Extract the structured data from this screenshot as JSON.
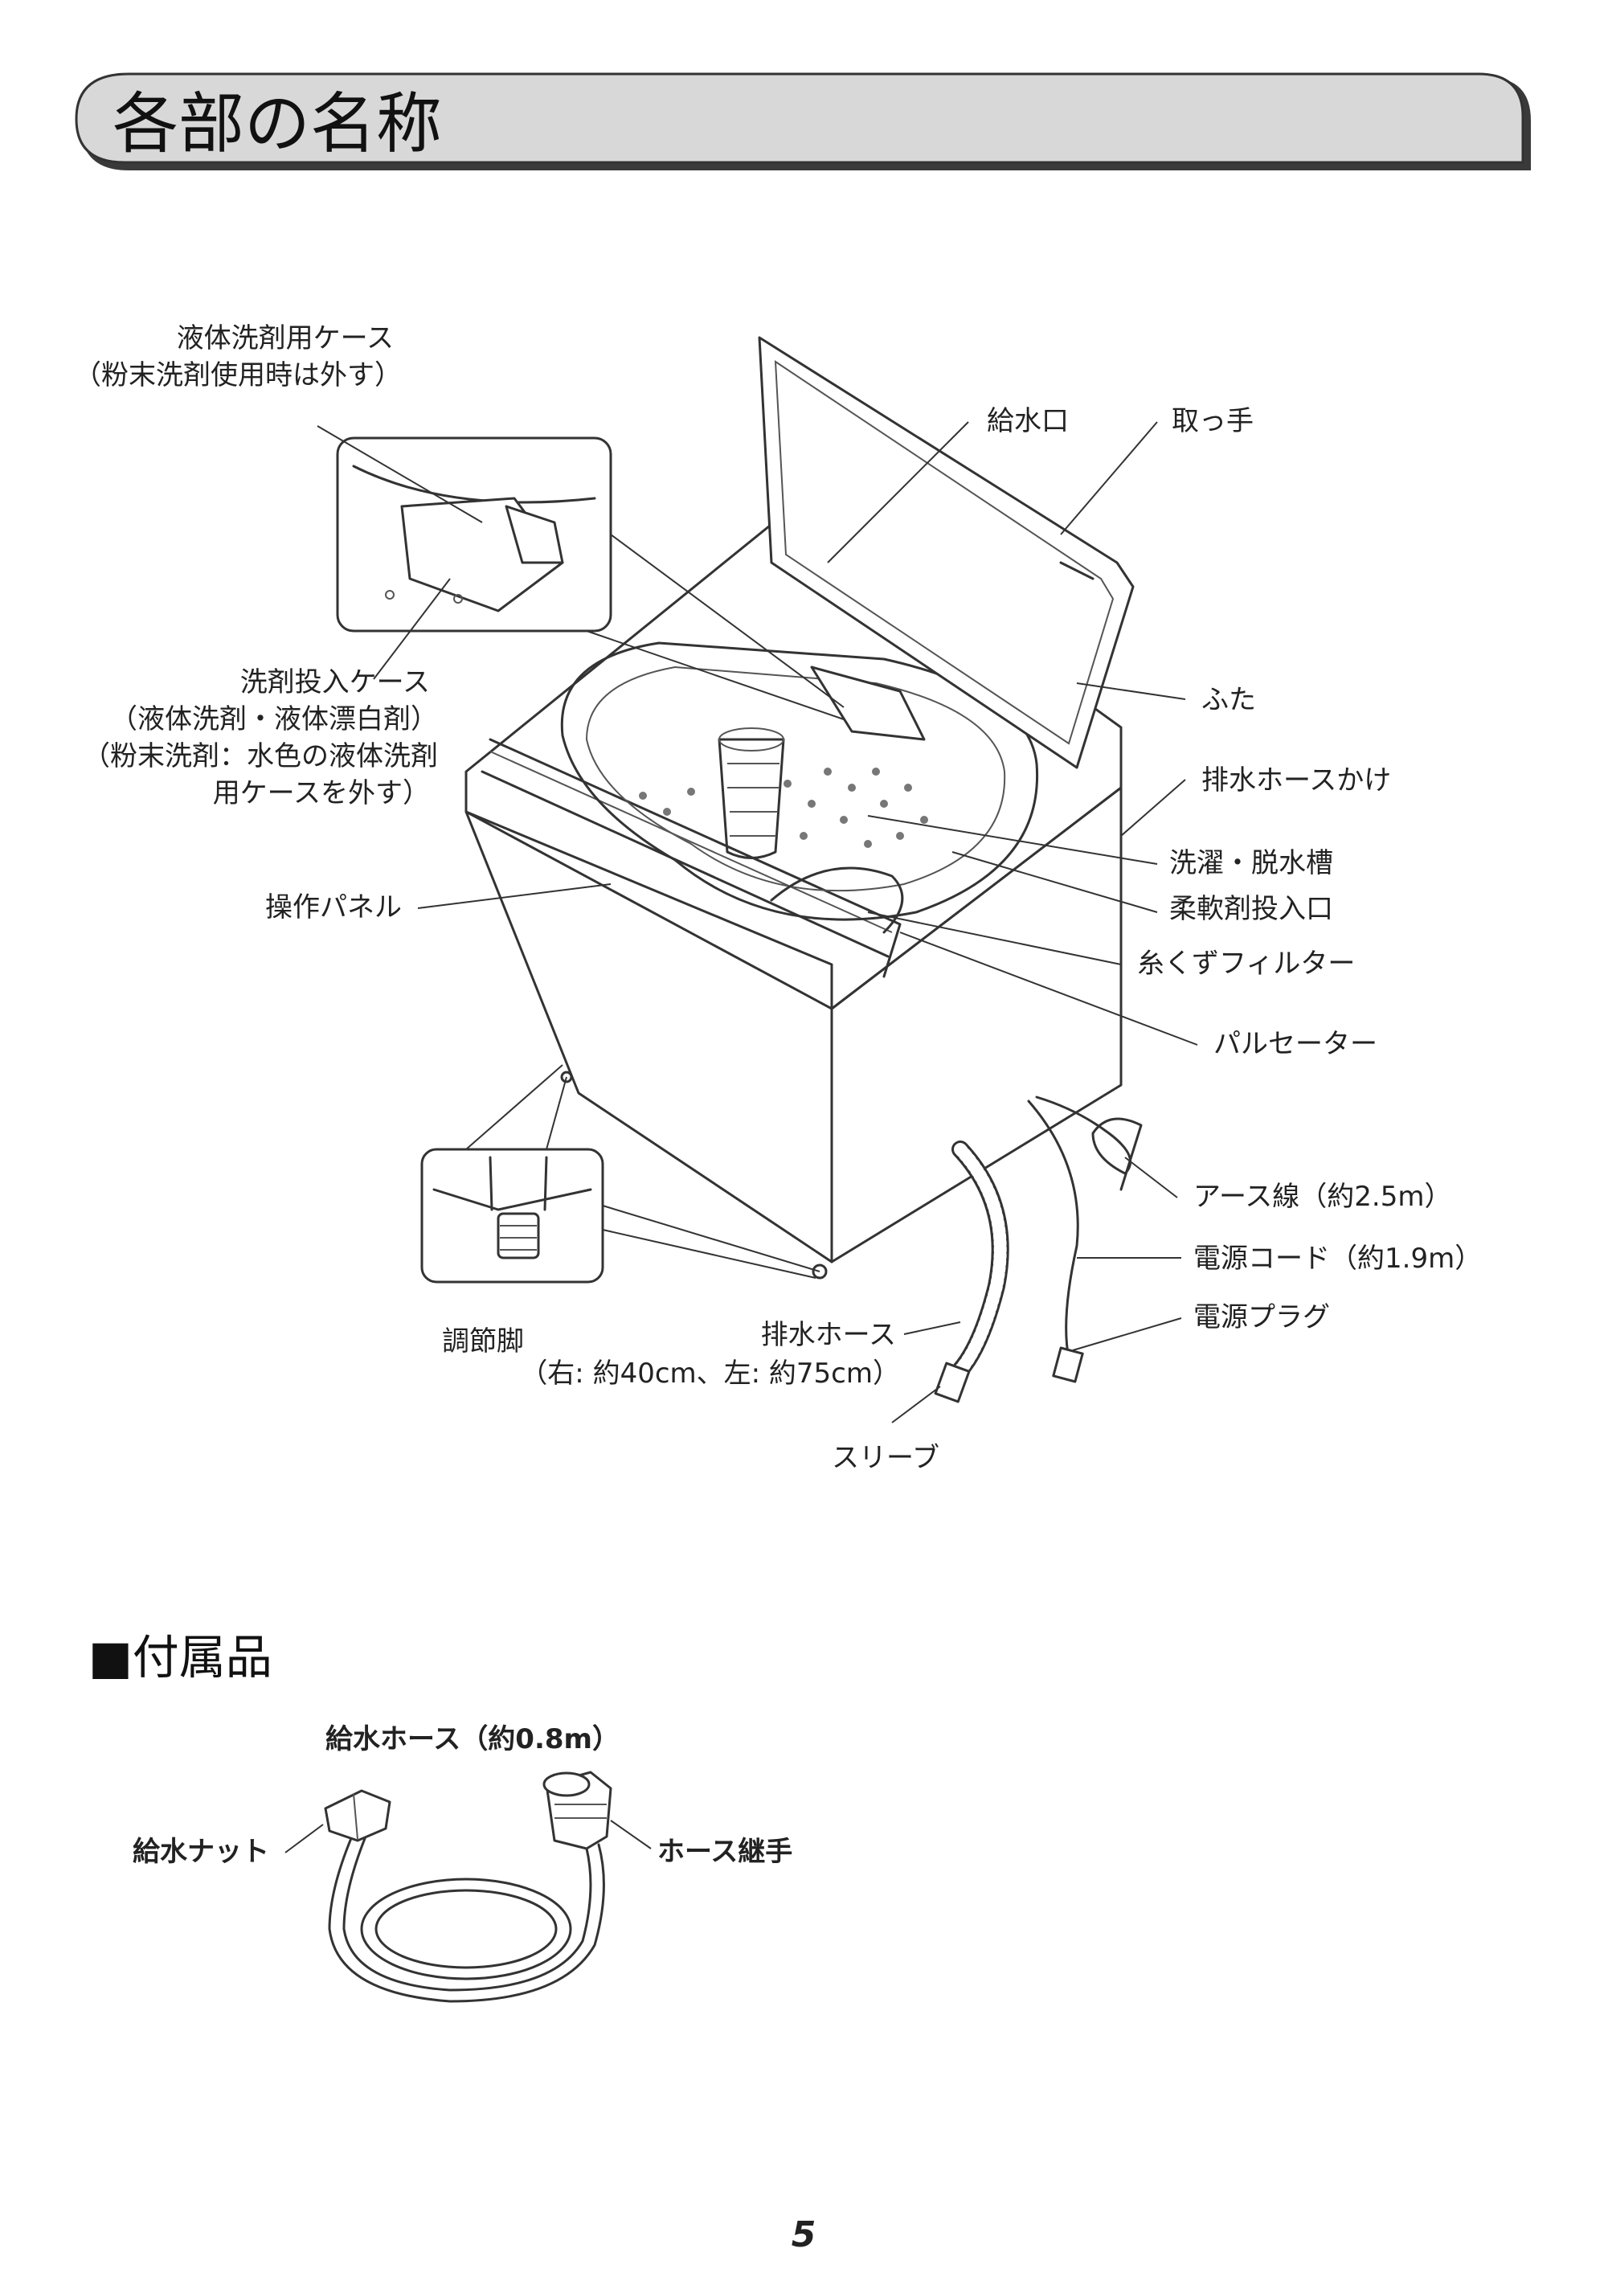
{
  "page_title": "各部の名称",
  "labels": {
    "liquid_case_1": "液体洗剤用ケース",
    "liquid_case_2": "（粉末洗剤使用時は外す）",
    "water_inlet": "給水口",
    "handle": "取っ手",
    "detergent_case_1": "洗剤投入ケース",
    "detergent_case_2": "（液体洗剤・液体漂白剤）",
    "detergent_case_3": "（粉末洗剤：水色の液体洗剤",
    "detergent_case_4": "用ケースを外す）",
    "lid": "ふた",
    "drain_hose_hook": "排水ホースかけ",
    "tub": "洗濯・脱水槽",
    "softener_inlet": "柔軟剤投入口",
    "control_panel": "操作パネル",
    "lint_filter": "糸くずフィルター",
    "pulsator": "パルセーター",
    "ground_wire": "アース線（約2.5m）",
    "power_cord": "電源コード（約1.9m）",
    "power_plug": "電源プラグ",
    "adjust_foot": "調節脚",
    "drain_hose_1": "排水ホース",
    "drain_hose_2": "（右: 約40cm、左: 約75cm）",
    "sleeve": "スリーブ"
  },
  "accessories": {
    "heading": "■付属品",
    "supply_hose": "給水ホース（約0.8m）",
    "supply_nut": "給水ナット",
    "hose_joint": "ホース継手"
  },
  "page_number": "5"
}
